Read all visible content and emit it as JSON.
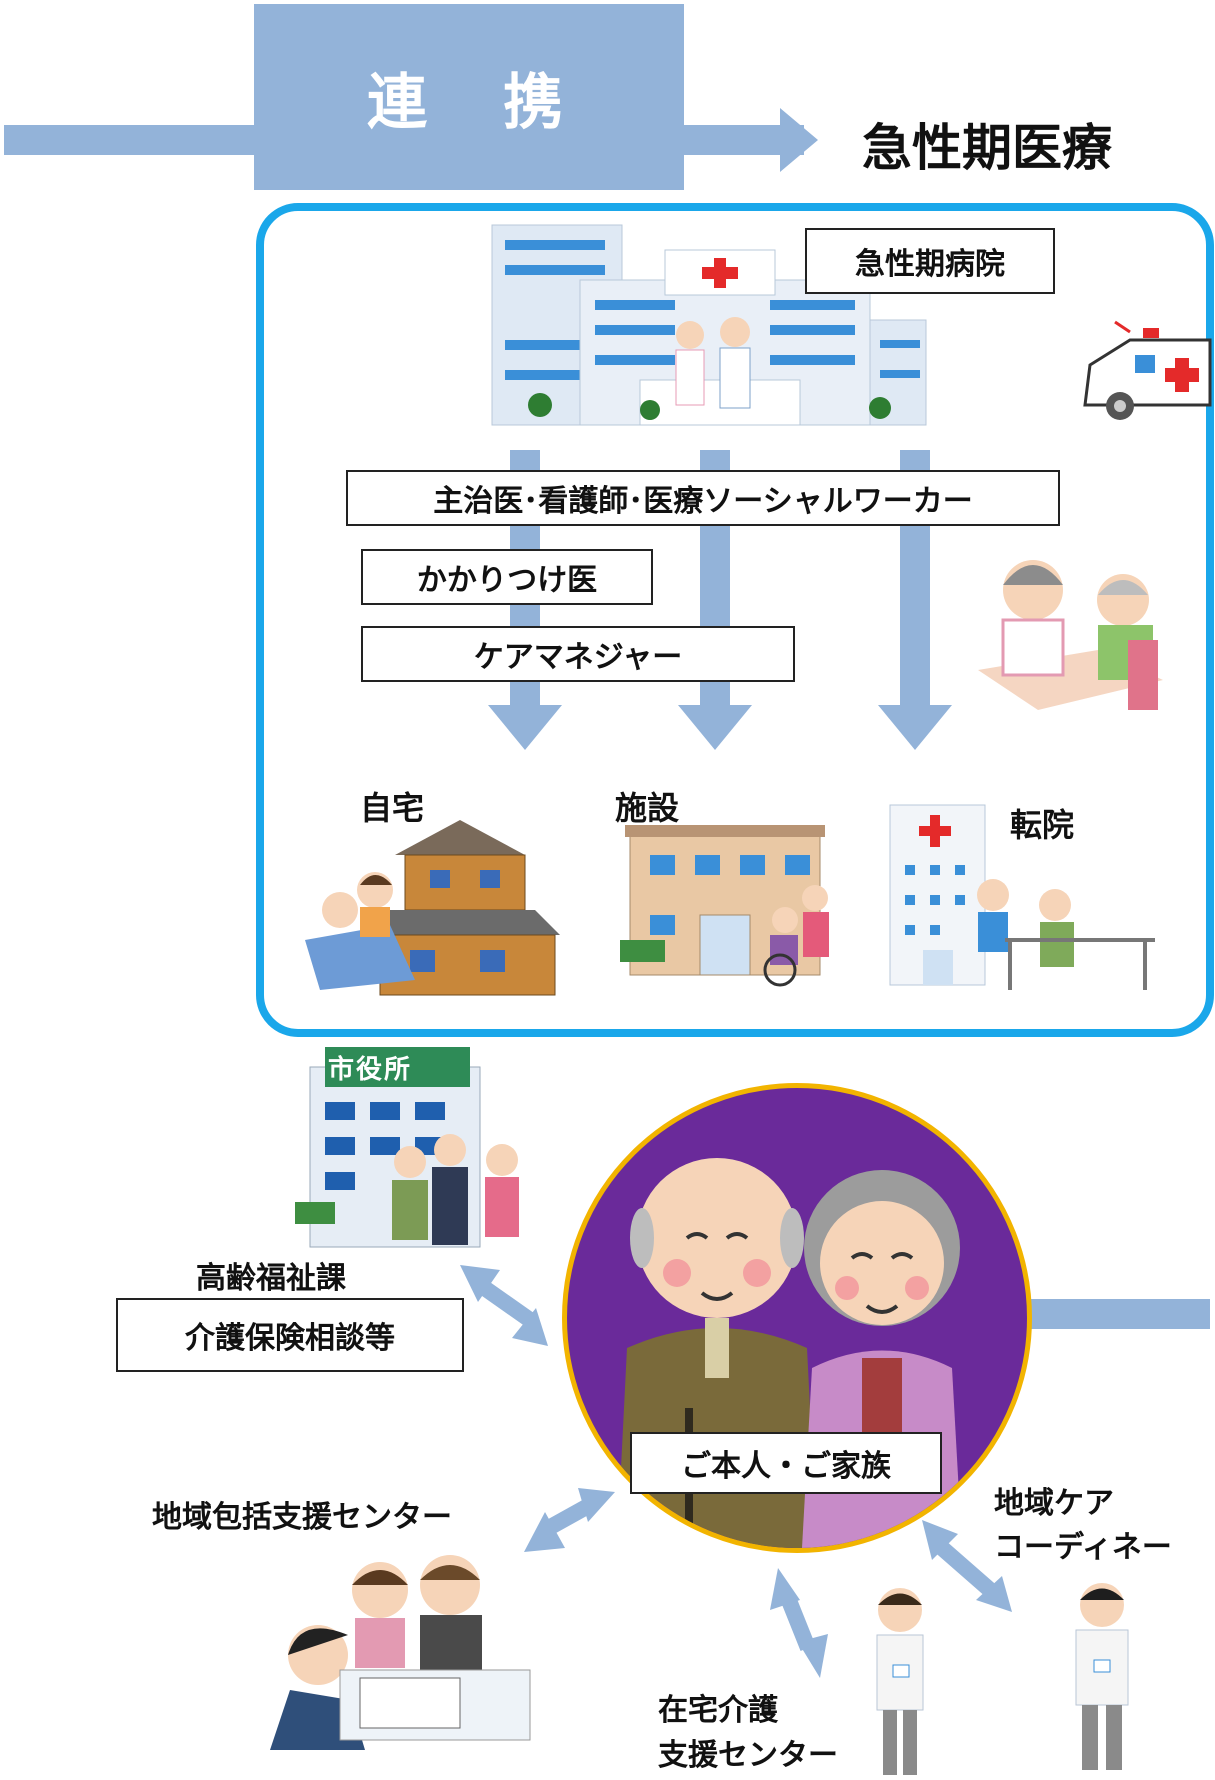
{
  "banner": {
    "label": "連　携"
  },
  "section_title": "急性期医療",
  "hospital": {
    "label": "急性期病院",
    "roles_label": "主治医･看護師･医療ソーシャルワーカー",
    "family_doctor_label": "かかりつけ医",
    "care_manager_label": "ケアマネジャー"
  },
  "destinations": {
    "home": "自宅",
    "facility": "施設",
    "transfer": "転院"
  },
  "city_office": {
    "sign": "市役所",
    "department": "高齢福祉課",
    "service": "介護保険相談等"
  },
  "center": {
    "label": "ご本人・ご家族"
  },
  "partners": {
    "regional_support": "地域包括支援センター",
    "home_care_line1": "在宅介護",
    "home_care_line2": "支援センター",
    "care_coordinator_line1": "地域ケア",
    "care_coordinator_line2": "コーディネー"
  },
  "colors": {
    "arrow": "#93b3d9",
    "frame": "#1aa7ea",
    "circle_fill": "#6a2a9a",
    "circle_ring": "#f2b400",
    "banner": "#93b3d9"
  }
}
